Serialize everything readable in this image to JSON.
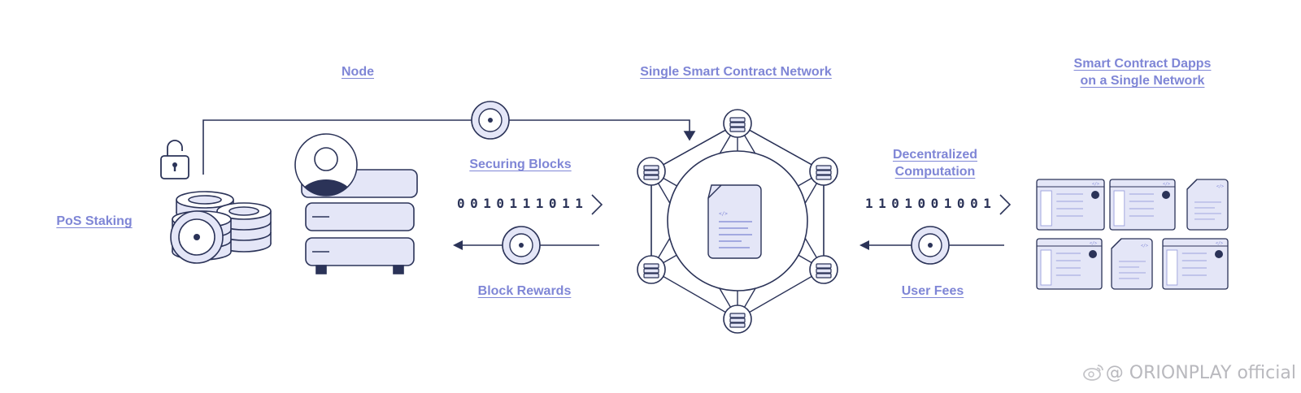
{
  "labels": {
    "node": "Node",
    "network": "Single Smart Contract Network",
    "dapps_line1": "Smart Contract Dapps",
    "dapps_line2": "on a Single Network",
    "securing_blocks": "Securing Blocks",
    "decentralized_line1": "Decentralized",
    "decentralized_line2": "Computation",
    "pos_staking": "PoS Staking",
    "block_rewards": "Block Rewards",
    "user_fees": "User Fees"
  },
  "binary": {
    "left": "0010111011",
    "right": "1101001001"
  },
  "icons": {
    "lock": "padlock-icon",
    "coins": "coin-stack-icon",
    "user": "user-avatar-icon",
    "server": "server-rack-icon",
    "token": "token-coin-icon",
    "network_node": "server-node-icon",
    "contract": "contract-document-icon",
    "dapp_window": "browser-window-icon",
    "dapp_doc": "document-icon",
    "arrow": "chevron-right-icon"
  },
  "colors": {
    "line": "#2b3358",
    "fill": "#e4e6f7",
    "label": "#7f86d6",
    "dark": "#2b3358"
  },
  "watermark": "@ ORIONPLAY official"
}
